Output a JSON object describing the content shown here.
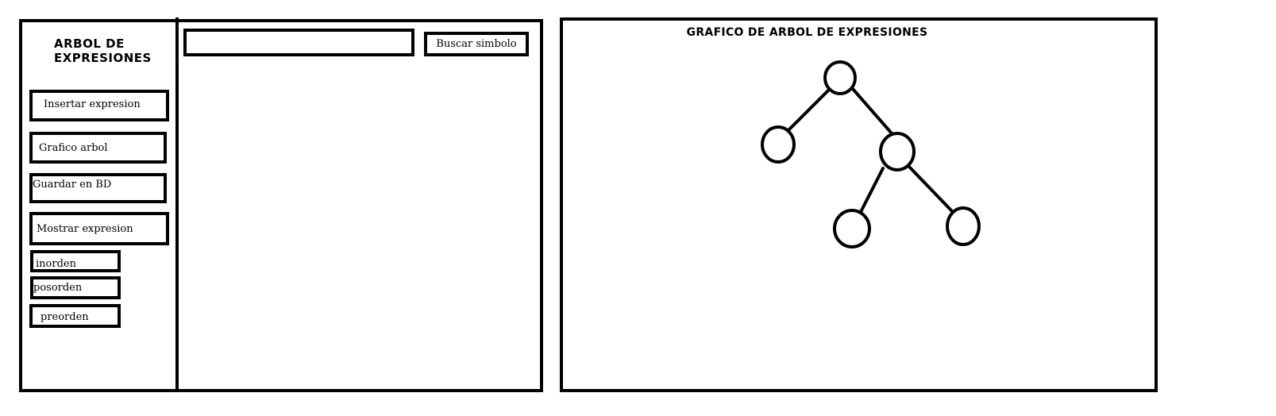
{
  "left_panel": {
    "title_line1": "ARBOL DE",
    "title_line2": "EXPRESIONES",
    "buttons": {
      "insertar": "Insertar expresion",
      "grafico": "Grafico arbol",
      "guardar": "Guardar en BD",
      "mostrar": "Mostrar expresion",
      "inorden": "inorden",
      "posorden": "posorden",
      "preorden": "preorden"
    }
  },
  "search": {
    "value": "",
    "button_label": "Buscar simbolo"
  },
  "tree_panel": {
    "title": "GRAFICO DE ARBOL DE EXPRESIONES"
  }
}
